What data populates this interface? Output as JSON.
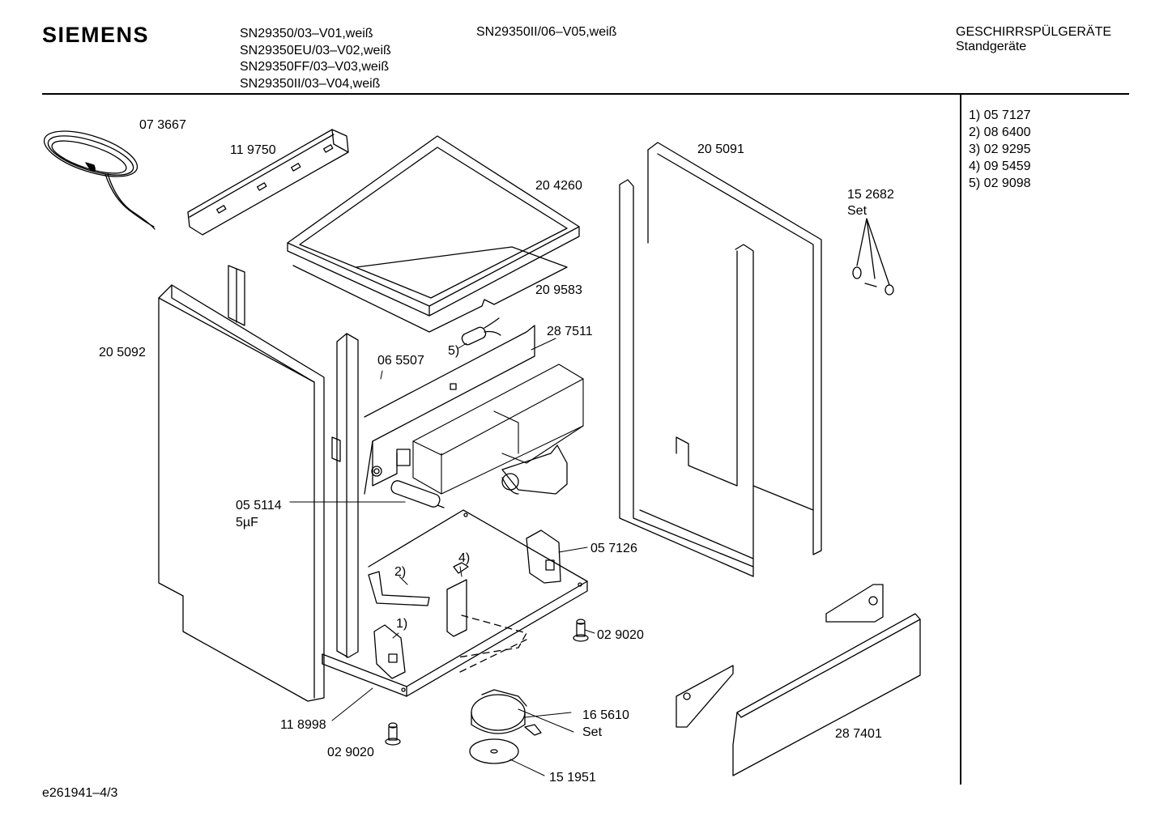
{
  "header": {
    "brand": "SIEMENS",
    "models_col1": [
      "SN29350/03–V01,weiß",
      "SN29350EU/03–V02,weiß",
      "SN29350FF/03–V03,weiß",
      "SN29350II/03–V04,weiß"
    ],
    "model_col2": "SN29350II/06–V05,weiß",
    "category": "GESCHIRRSPÜLGERÄTE",
    "subcategory": "Standgeräte"
  },
  "references": [
    "1) 05 7127",
    "2) 08 6400",
    "3) 02 9295",
    "4) 09 5459",
    "5) 02 9098"
  ],
  "parts": {
    "p073667": "07 3667",
    "p119750": "11 9750",
    "p204260": "20 4260",
    "p205091": "20 5091",
    "p152682": "15 2682",
    "p152682_set": "Set",
    "p209583": "20 9583",
    "p205092": "20 5092",
    "p287511": "28 7511",
    "p065507": "06 5507",
    "ref5": "5)",
    "p055114": "05 5114",
    "p055114_cap": "5µF",
    "p057126": "05 7126",
    "ref4": "4)",
    "ref2": "2)",
    "ref1": "1)",
    "p029020_a": "02 9020",
    "p118998": "11 8998",
    "p165610": "16 5610",
    "p165610_set": "Set",
    "p029020_b": "02 9020",
    "p151951": "15 1951",
    "p287401": "28 7401"
  },
  "footer": {
    "drawing_id": "e261941–4/3"
  }
}
